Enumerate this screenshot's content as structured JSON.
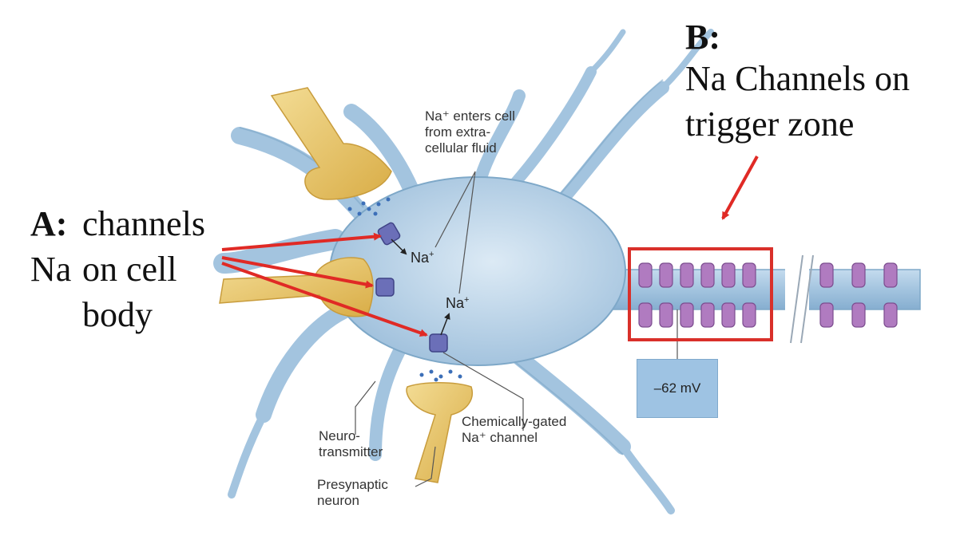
{
  "annotation_a": {
    "letter": "A:",
    "first_word": "Na",
    "text": "channels\non cell\nbody"
  },
  "annotation_b": {
    "letter": "B:",
    "text": "Na Channels on\ntrigger zone"
  },
  "labels": {
    "na_enters": "Na⁺ enters cell\nfrom extra-\ncellular fluid",
    "neurotransmitter": "Neuro-\ntransmitter",
    "presynaptic": "Presynaptic\nneuron",
    "chem_gated": "Chemically-gated\nNa⁺ channel",
    "ion_1": "Na",
    "ion_2": "Na",
    "ion_sup": "+",
    "voltage": "–62 mV"
  },
  "colors": {
    "neuron_body": "#a9c9e2",
    "neuron_outline": "#7ea8c8",
    "presynaptic_terminal": "#e8c56a",
    "channel_cell_body": "#6b6fb8",
    "channel_axon": "#b07bc0",
    "arrow": "#e02a25",
    "highlight_box": "#d9302a",
    "voltage_box": "#9ec3e3"
  }
}
